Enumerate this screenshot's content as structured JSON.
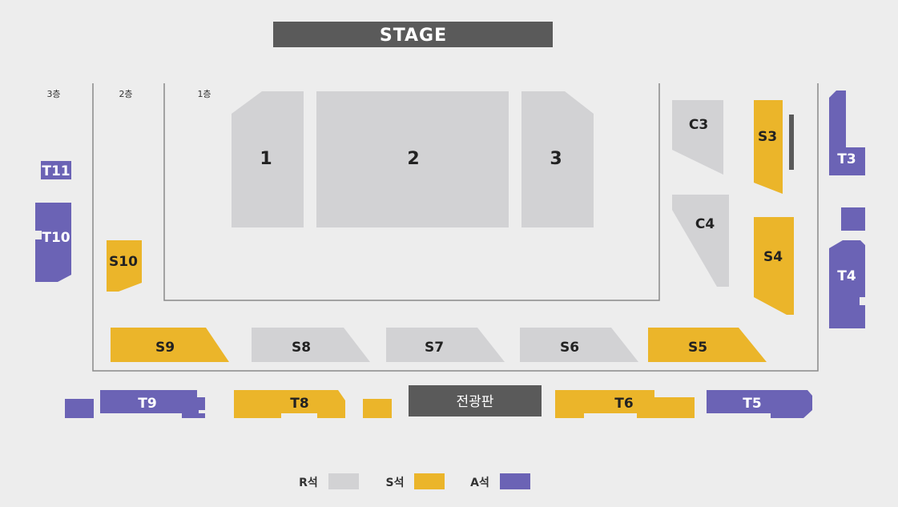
{
  "stage": {
    "label": "STAGE"
  },
  "floors": {
    "f3": "3층",
    "f2": "2층",
    "f1": "1층"
  },
  "board": {
    "label": "전광판"
  },
  "colors": {
    "R": "#d2d2d4",
    "S": "#ebb52a",
    "A": "#6b63b5",
    "stage": "#5a5a5a",
    "line": "#8a8a8a",
    "bg": "#ededed"
  },
  "floor_sections": {
    "s1": "1",
    "s2": "2",
    "s3": "3"
  },
  "sections": {
    "C3": "C3",
    "C4": "C4",
    "S3": "S3",
    "S4": "S4",
    "S5": "S5",
    "S6": "S6",
    "S7": "S7",
    "S8": "S8",
    "S9": "S9",
    "S10": "S10",
    "T3": "T3",
    "T4": "T4",
    "T5": "T5",
    "T6": "T6",
    "T8": "T8",
    "T9": "T9",
    "T10": "T10",
    "T11": "T11"
  },
  "legend": [
    {
      "label": "R석",
      "grade": "R"
    },
    {
      "label": "S석",
      "grade": "S"
    },
    {
      "label": "A석",
      "grade": "A"
    }
  ]
}
